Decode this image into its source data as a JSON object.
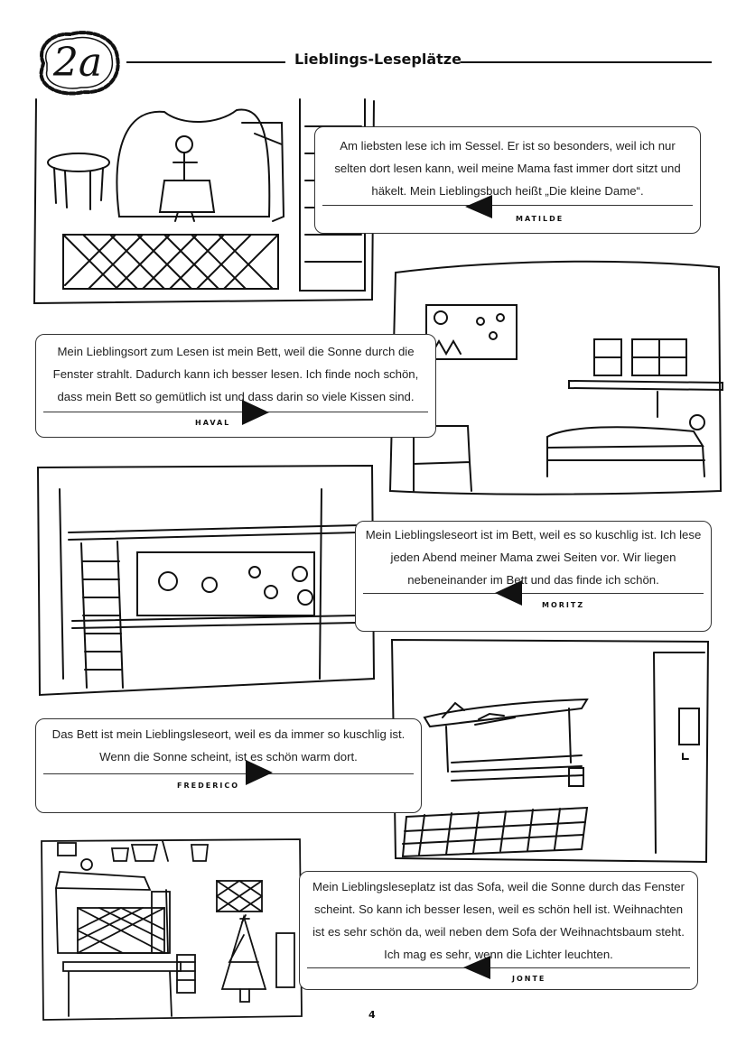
{
  "header": {
    "badge": "2a",
    "title": "Lieblings-Leseplätze"
  },
  "stories": [
    {
      "text": "Am liebsten lese ich im Sessel. Er ist so besonders, weil ich nur selten dort lesen kann, weil meine Mama fast immer dort sitzt und häkelt. Mein Lieblingsbuch heißt „Die kleine Dame“.",
      "name": "MATILDE"
    },
    {
      "text": "Mein Lieblingsort zum Lesen ist mein Bett, weil die Sonne durch die Fenster strahlt. Dadurch kann ich besser lesen. Ich finde noch schön, dass mein Bett so gemütlich ist und dass darin so viele Kissen sind.",
      "name": "HAVAL"
    },
    {
      "text": "Mein Lieblingsleseort ist im Bett, weil es so kuschlig ist. Ich lese jeden Abend meiner Mama zwei Seiten vor. Wir liegen nebeneinander im Bett und das finde ich schön.",
      "name": "MORITZ"
    },
    {
      "text": "Das Bett ist mein Lieblingsleseort, weil es da immer so kuschlig ist. Wenn die Sonne scheint, ist es schön warm dort.",
      "name": "FREDERICO"
    },
    {
      "text": "Mein Lieblingsleseplatz ist das Sofa, weil die Sonne durch das Fenster scheint. So kann ich besser lesen, weil es schön hell ist. Weihnachten ist es sehr schön da, weil neben dem Sofa der Weihnachtsbaum steht. Ich mag es sehr, wenn die Lichter leuchten.",
      "name": "JONTE"
    }
  ],
  "footer": {
    "page_number": "4"
  }
}
